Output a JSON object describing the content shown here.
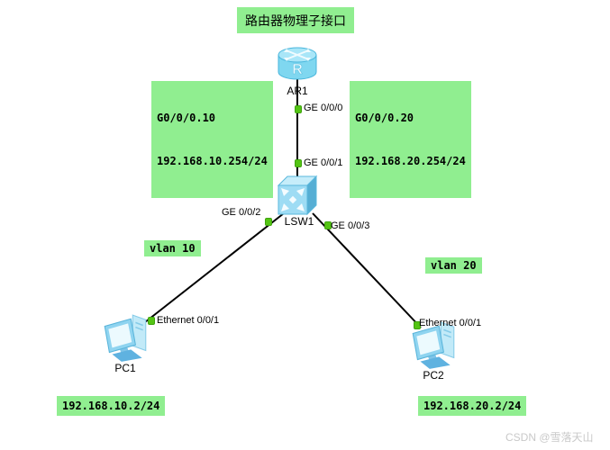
{
  "title": "路由器物理子接口",
  "watermark": "CSDN @雪落天山",
  "devices": {
    "router": {
      "label": "AR1",
      "type": "router"
    },
    "switch": {
      "label": "LSW1",
      "type": "switch"
    },
    "pc1": {
      "label": "PC1",
      "type": "pc"
    },
    "pc2": {
      "label": "PC2",
      "type": "pc"
    }
  },
  "ports": {
    "router_ge000": "GE 0/0/0",
    "switch_ge001": "GE 0/0/1",
    "switch_ge002": "GE 0/0/2",
    "switch_ge003": "GE 0/0/3",
    "pc1_eth": "Ethernet 0/0/1",
    "pc2_eth": "Ethernet 0/0/1"
  },
  "notes": {
    "subif_left_line1": "G0/0/0.10",
    "subif_left_line2": "192.168.10.254/24",
    "subif_right_line1": "G0/0/0.20",
    "subif_right_line2": "192.168.20.254/24",
    "vlan_left": "vlan 10",
    "vlan_right": "vlan 20",
    "pc1_ip": "192.168.10.2/24",
    "pc2_ip": "192.168.20.2/24"
  },
  "links": [
    {
      "from": "AR1 GE 0/0/0",
      "to": "LSW1 GE 0/0/1"
    },
    {
      "from": "LSW1 GE 0/0/2",
      "to": "PC1 Ethernet 0/0/1"
    },
    {
      "from": "LSW1 GE 0/0/3",
      "to": "PC2 Ethernet 0/0/1"
    }
  ],
  "colors": {
    "note_bg": "#90ee90",
    "link": "#000000",
    "port_dot": "#54c414",
    "device_blue": "#7fd7f0",
    "device_blue_light": "#c6edfa",
    "device_blue_dark": "#56aed4",
    "watermark": "#c9c9c9"
  }
}
